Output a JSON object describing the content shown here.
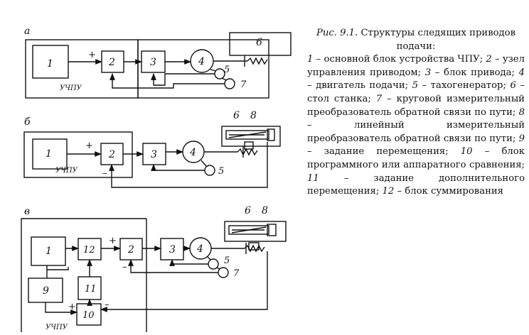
{
  "caption": {
    "prefix": "Рис. 9.1.",
    "title": "Структуры следящих приводов подачи:",
    "items": [
      {
        "num": "1",
        "text": "основной блок устройства ЧПУ;"
      },
      {
        "num": "2",
        "text": "узел управления приводом;"
      },
      {
        "num": "3",
        "text": "блок привода;"
      },
      {
        "num": "4",
        "text": "двигатель подачи;"
      },
      {
        "num": "5",
        "text": "тахогенератор;"
      },
      {
        "num": "6",
        "text": "стол станка;"
      },
      {
        "num": "7",
        "text": "круговой измерительный преобразователь обратной связи по пути;"
      },
      {
        "num": "8",
        "text": "линейный измерительный преобразователь обратной связи по пути;"
      },
      {
        "num": "9",
        "text": "задание перемещения;"
      },
      {
        "num": "10",
        "text": "блок программного или аппаратного сравнения;"
      },
      {
        "num": "11",
        "text": "задание дополнительного перемещения;"
      },
      {
        "num": "12",
        "text": "блок суммирования"
      }
    ]
  },
  "diagrams": {
    "a": {
      "letter": "а",
      "unit": "УЧПУ",
      "plus": "+",
      "minus": "",
      "b1": "1",
      "b2": "2",
      "b3": "3",
      "m4": "4",
      "c5": "5",
      "c7": "7",
      "t6": "6"
    },
    "b": {
      "letter": "б",
      "unit": "УЧПУ",
      "plus": "+",
      "minus": "–",
      "b1": "1",
      "b2": "2",
      "b3": "3",
      "m4": "4",
      "c5": "5",
      "t6": "6",
      "t8": "8"
    },
    "c": {
      "letter": "в",
      "unit": "УЧПУ",
      "plus": "+",
      "minus": "–",
      "plus2": "+",
      "minus2": "–",
      "b1": "1",
      "b12": "12",
      "b2": "2",
      "b3": "3",
      "m4": "4",
      "c5": "5",
      "c7": "7",
      "t6": "6",
      "t8": "8",
      "b9": "9",
      "b11": "11",
      "b10": "10"
    }
  }
}
